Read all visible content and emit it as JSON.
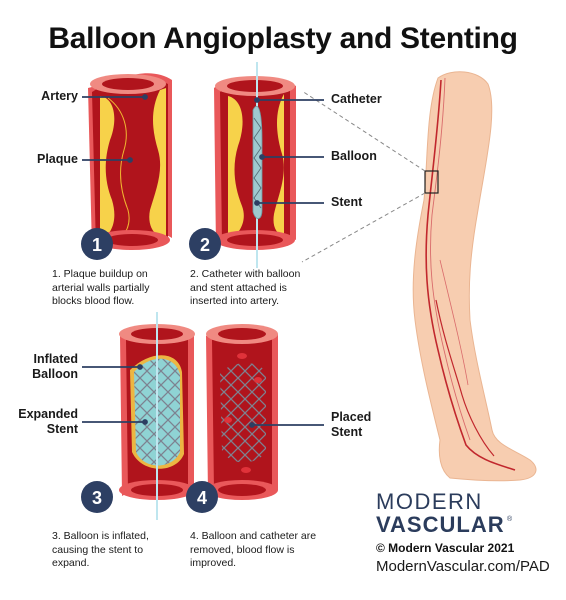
{
  "title": "Balloon Angioplasty and Stenting",
  "labels": {
    "artery": "Artery",
    "plaque": "Plaque",
    "catheter": "Catheter",
    "balloon": "Balloon",
    "stent": "Stent",
    "inflated_balloon": "Inflated Balloon",
    "expanded_stent": "Expanded Stent",
    "placed_stent": "Placed Stent"
  },
  "steps": [
    {
      "number": "1",
      "caption": "1. Plaque buildup on arterial walls partially blocks blood flow."
    },
    {
      "number": "2",
      "caption": "2. Catheter with balloon and stent attached is inserted into artery."
    },
    {
      "number": "3",
      "caption": "3. Balloon is inflated, causing the stent to expand."
    },
    {
      "number": "4",
      "caption": "4. Balloon and catheter are removed, blood flow is improved."
    }
  ],
  "brand": {
    "line1": "MODERN",
    "line2": "VASCULAR",
    "copyright": "© Modern Vascular 2021",
    "url": "ModernVascular.com/PAD"
  },
  "colors": {
    "artery_dark": "#b0141c",
    "artery_wall": "#e9585a",
    "plaque": "#f7d24a",
    "balloon": "#8fd3d4",
    "step_badge": "#2d3f63",
    "leg": "#f7cdb0"
  }
}
